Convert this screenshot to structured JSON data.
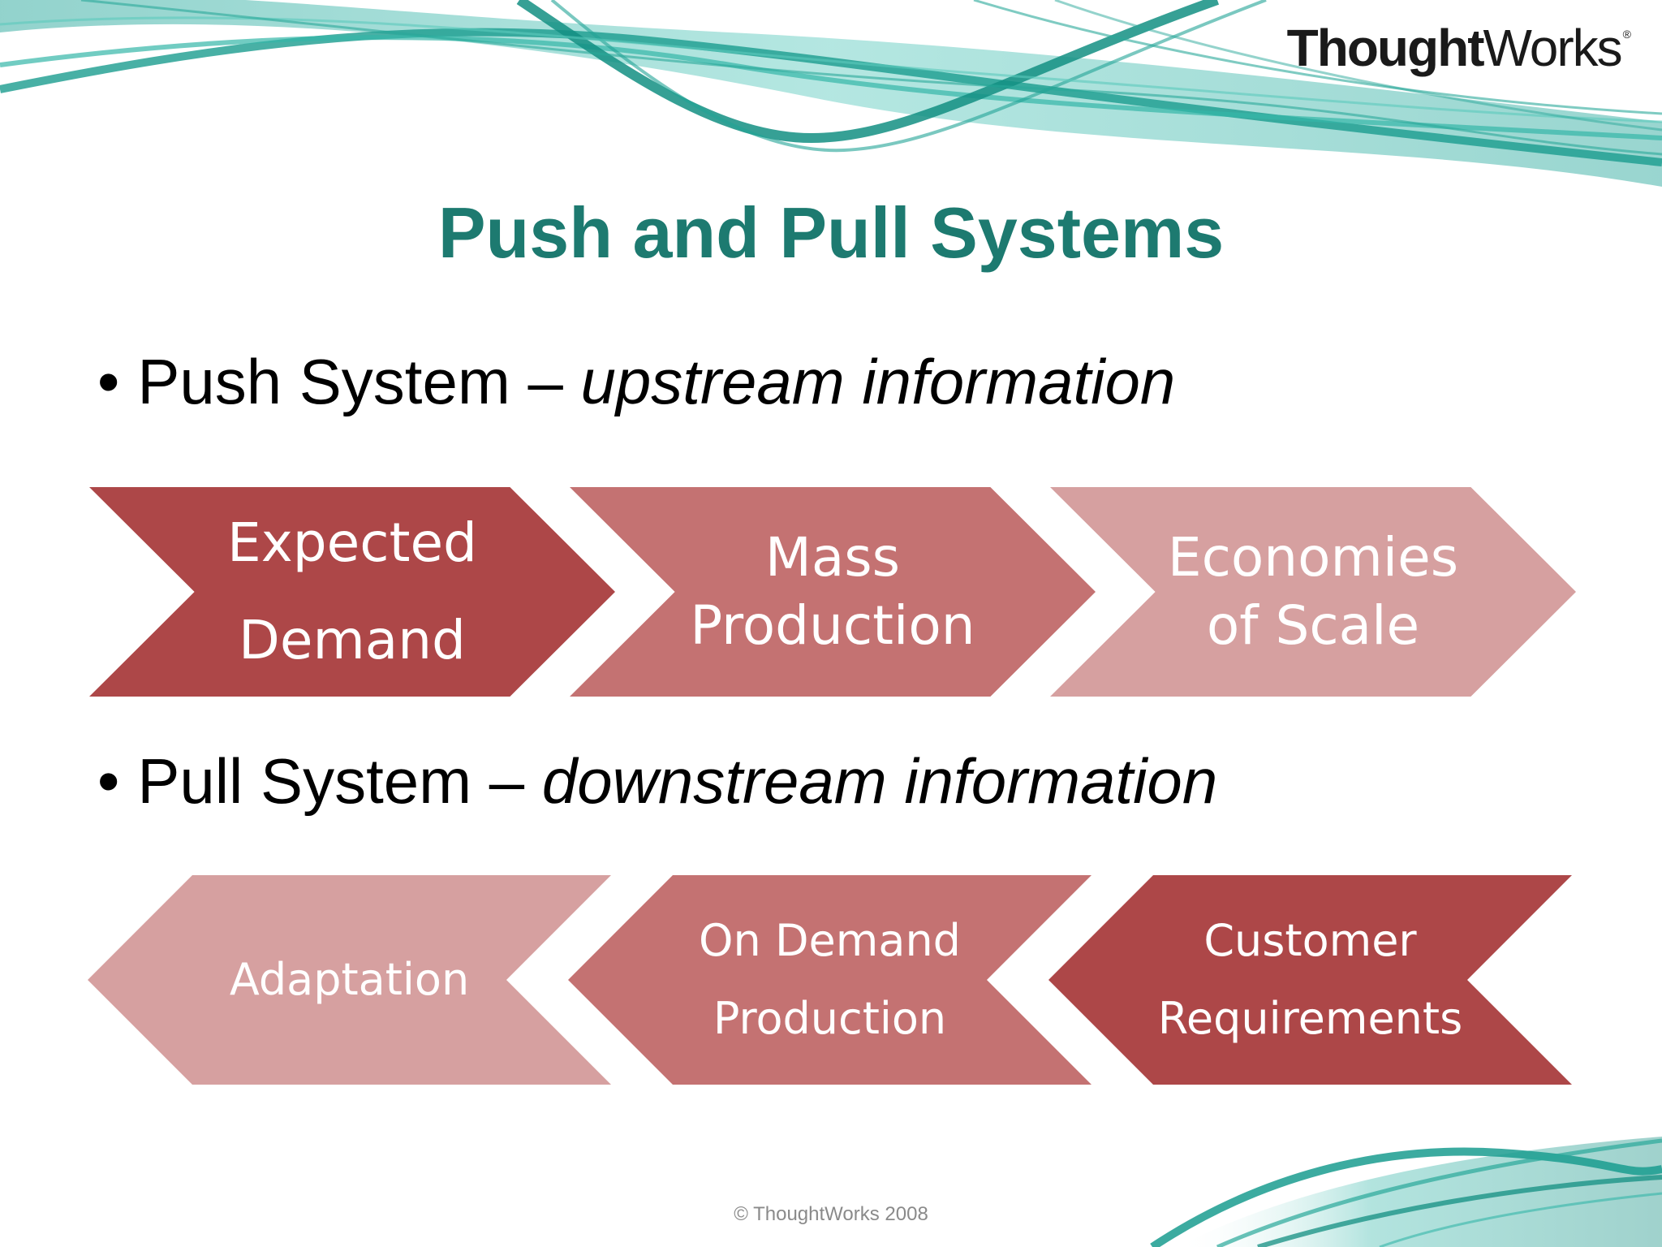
{
  "brand": {
    "logo_bold": "Thought",
    "logo_regular": "Works",
    "logo_mark": "®"
  },
  "title": "Push and Pull Systems",
  "push": {
    "bullet": "•",
    "label": "Push System – ",
    "emphasis": "upstream information",
    "steps": [
      {
        "line1": "Expected",
        "line2": "Demand"
      },
      {
        "line1": "Mass",
        "line2": "Production"
      },
      {
        "line1": "Economies",
        "line2": "of Scale"
      }
    ]
  },
  "pull": {
    "bullet": "•",
    "label": "Pull System – ",
    "emphasis": "downstream information",
    "steps": [
      {
        "line1": "Adaptation"
      },
      {
        "line1": "On Demand",
        "line2": "Production"
      },
      {
        "line1": "Customer",
        "line2": "Requirements"
      }
    ]
  },
  "footer": "© ThoughtWorks 2008",
  "colors": {
    "title": "#1d7a70",
    "chevron_dark": "#ad4748",
    "chevron_mid": "#c47272",
    "chevron_light": "#d6a0a0",
    "swoosh": "#2aa89a"
  }
}
